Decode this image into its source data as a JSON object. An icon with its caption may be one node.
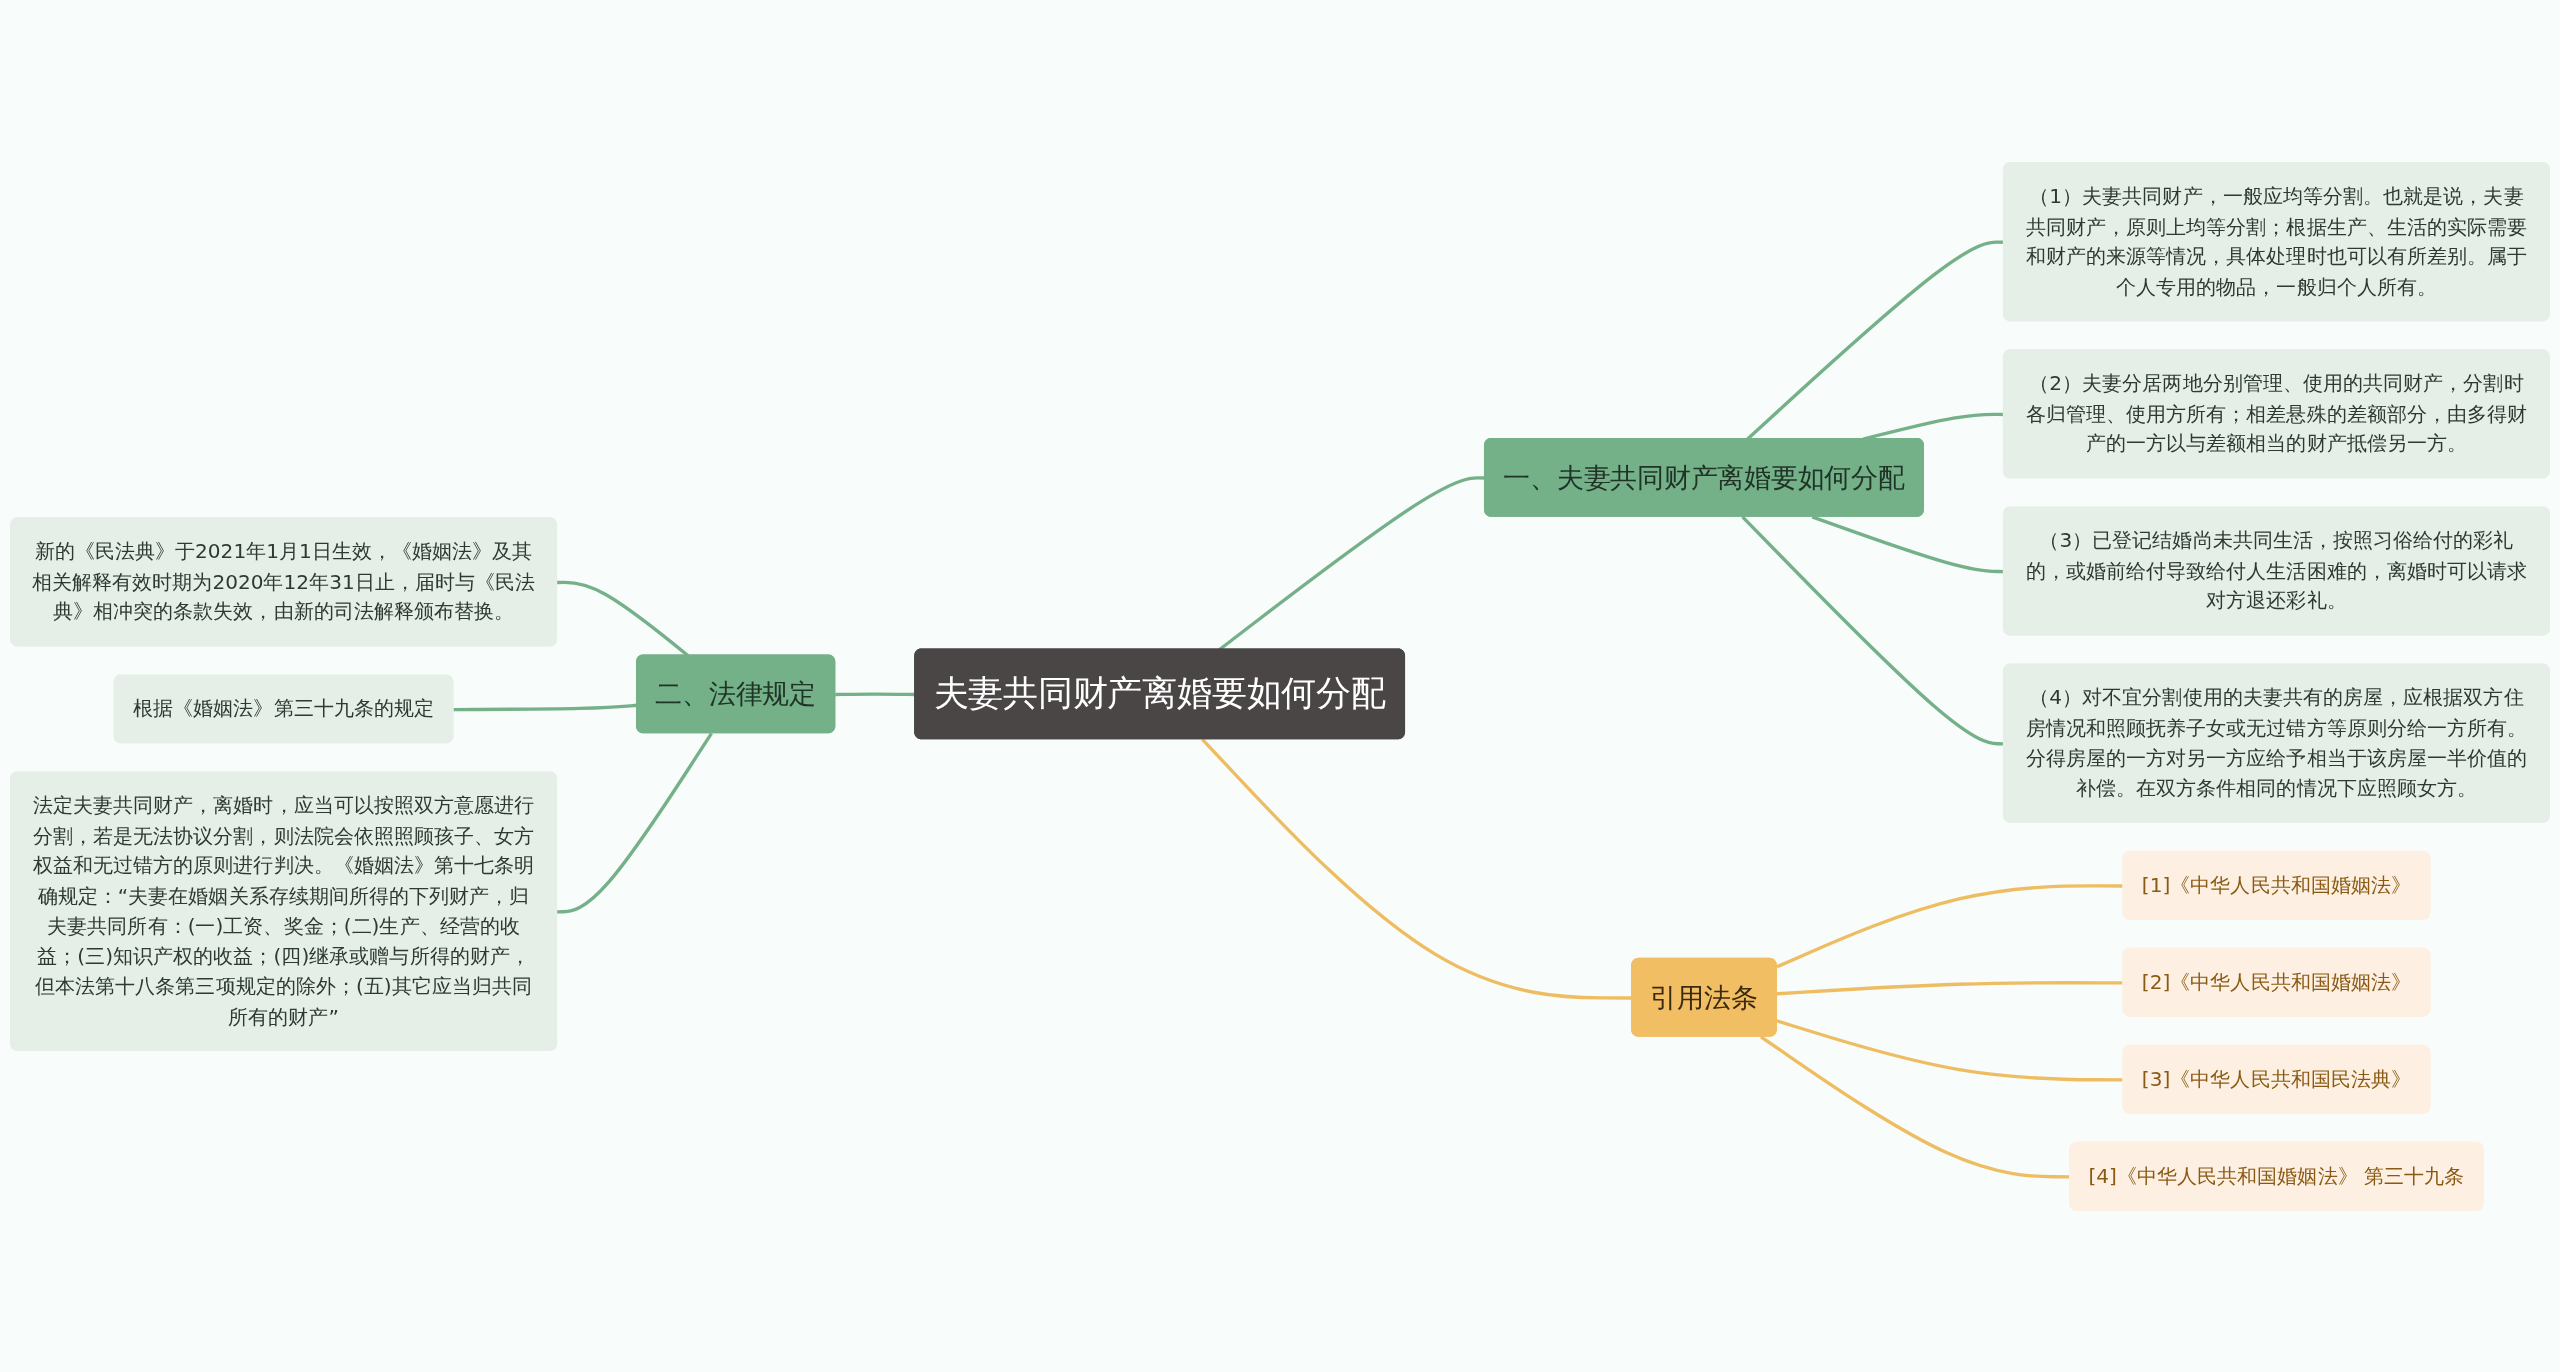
{
  "diagram": {
    "nodes": [
      {
        "text": [
          "夫妻共同财产离婚要如何分配"
        ]
      },
      {
        "text": [
          "一、夫妻共同财产离婚要如何分配"
        ]
      },
      {
        "text": [
          "（1）夫妻共同财产，一般应均等分割。也就是说，夫妻共同财产，原则上均等分割；根据生产、生活的实际需要和财产的来源等情况，具体处理时也可以有所差别。属于个人专用的物品，一般归个人所有。"
        ]
      },
      {
        "text": [
          "（2）夫妻分居两地分别管理、使用的共同财产，分割时各归管理、使用方所有；相差悬殊的差额部分，由多得财产的一方以与差额相当的财产抵偿另一方。"
        ]
      },
      {
        "text": [
          "（3）已登记结婚尚未共同生活，按照习俗给付的彩礼的，或婚前给付导致给付人生活困难的，离婚时可以请求对方退还彩礼。"
        ]
      },
      {
        "text": [
          "（4）对不宜分割使用的夫妻共有的房屋，应根据双方住房情况和照顾抚养子女或无过错方等原则分给一方所有。分得房屋的一方对另一方应给予相当于该房屋一半价值的补偿。在双方条件相同的情况下应照顾女方。"
        ]
      },
      {
        "text": [
          "引用法条"
        ]
      },
      {
        "text": [
          "[1]《中华人民共和国婚姻法》"
        ]
      },
      {
        "text": [
          "[2]《中华人民共和国婚姻法》"
        ]
      },
      {
        "text": [
          "[3]《中华人民共和国民法典》"
        ]
      },
      {
        "text": [
          "[4]《中华人民共和国婚姻法》 第三十九条"
        ]
      },
      {
        "text": [
          "二、法律规定"
        ]
      },
      {
        "text": [
          "新的《民法典》于2021年1月1日生效，《婚姻法》及其相关解释有效时期为2020年12年31日止，届时与《民法典》相冲突的条款失效，由新的司法解释颁布替换。"
        ]
      },
      {
        "text": [
          "根据《婚姻法》第三十九条的规定"
        ]
      },
      {
        "text": [
          "法定夫妻共同财产，离婚时，应当可以按照双方意愿进行分割，若是无法协议分割，则法院会依照照顾孩子、女方权益和无过错方的原则进行判决。《婚姻法》第十七条明确规定：“夫妻在婚姻关系存续期间所得的下列财产，归夫妻共同所有：(一)工资、奖金；(二)生产、经营的收益；(三)知识产权的收益；(四)继承或赠与所得的财产，但本法第十八条第三项规定的除外；(五)其它应当归共同所有的财产”"
        ]
      }
    ],
    "edges": [
      {
        "from": 0,
        "to": 1,
        "arrow": "none"
      },
      {
        "from": 1,
        "to": 2,
        "arrow": "none"
      },
      {
        "from": 1,
        "to": 3,
        "arrow": "none"
      },
      {
        "from": 1,
        "to": 4,
        "arrow": "none"
      },
      {
        "from": 1,
        "to": 5,
        "arrow": "none"
      },
      {
        "from": 0,
        "to": 6,
        "arrow": "none",
        "color": "#eebd62"
      },
      {
        "from": 6,
        "to": 7,
        "arrow": "none",
        "color": "#eebd62"
      },
      {
        "from": 6,
        "to": 8,
        "arrow": "none",
        "color": "#eebd62"
      },
      {
        "from": 6,
        "to": 9,
        "arrow": "none",
        "color": "#eebd62"
      },
      {
        "from": 6,
        "to": 10,
        "arrow": "none",
        "color": "#eebd62"
      },
      {
        "from": 11,
        "to": 0,
        "arrow": "none"
      },
      {
        "from": 12,
        "to": 11,
        "arrow": "none"
      },
      {
        "from": 13,
        "to": 11,
        "arrow": "none"
      },
      {
        "from": 14,
        "to": 11,
        "arrow": "none"
      }
    ]
  }
}
